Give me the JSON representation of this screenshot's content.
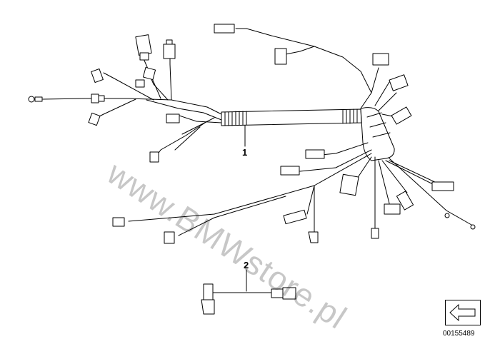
{
  "callouts": {
    "part1": "1",
    "part2": "2"
  },
  "watermark": "www.BMWstore.pl",
  "reference": {
    "code": "00155489"
  },
  "icons": {
    "nav_arrow": "left-arrow-icon"
  }
}
